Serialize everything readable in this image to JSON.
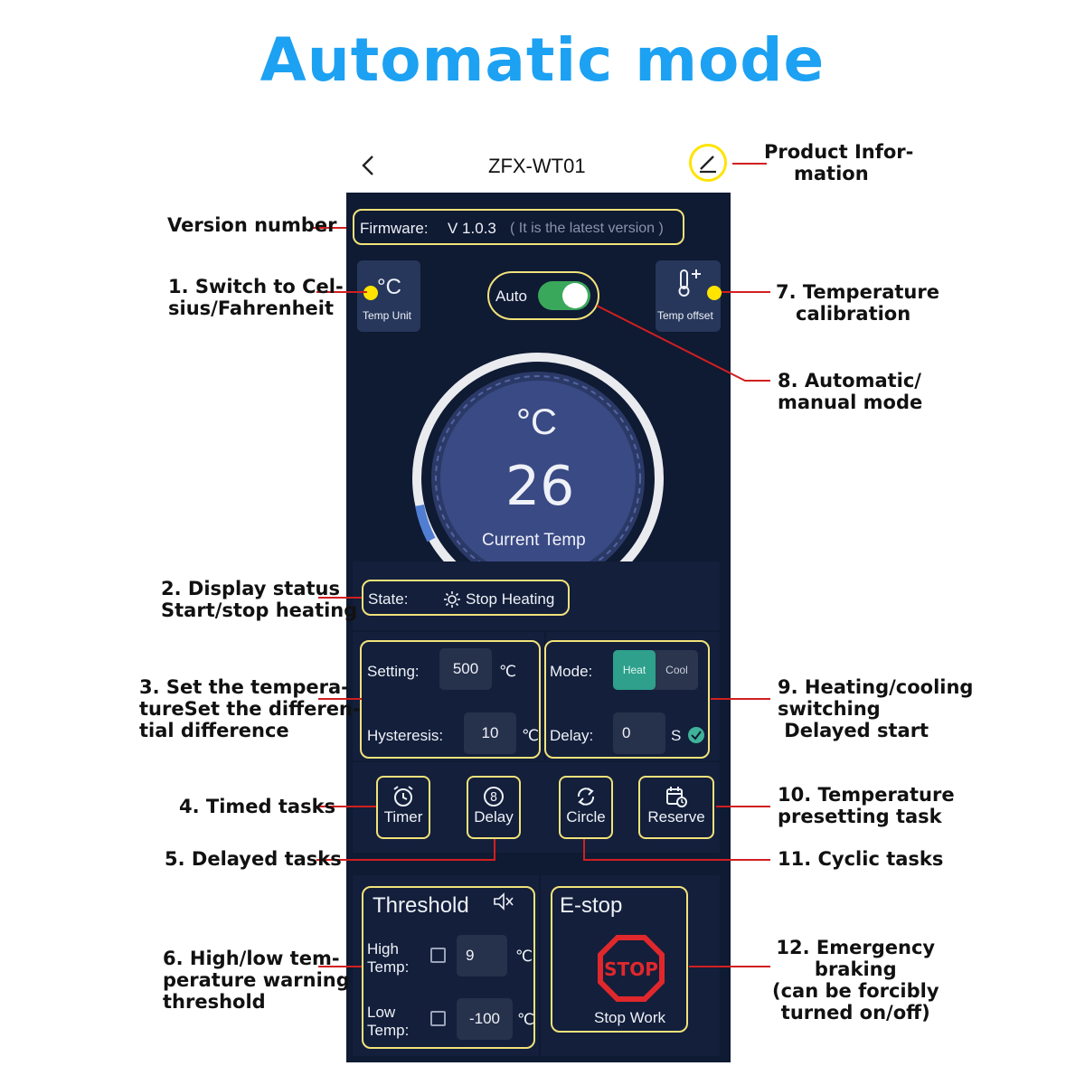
{
  "page_title": "Automatic mode",
  "header": {
    "back_icon": "chevron-left-icon",
    "device_name": "ZFX-WT01",
    "edit_icon": "pencil-icon"
  },
  "firmware": {
    "label": "Firmware:",
    "version": "V 1.0.3",
    "note": "( It is the latest version )"
  },
  "temp_unit": {
    "symbol": "°C",
    "label": "Temp Unit"
  },
  "auto": {
    "label": "Auto",
    "on": true
  },
  "temp_offset": {
    "label": "Temp offset"
  },
  "gauge": {
    "unit": "°C",
    "value": "26",
    "label": "Current Temp"
  },
  "state": {
    "label": "State:",
    "value": "Stop Heating"
  },
  "setting": {
    "label": "Setting:",
    "value": "500",
    "unit": "℃"
  },
  "hysteresis": {
    "label": "Hysteresis:",
    "value": "10",
    "unit": "℃"
  },
  "mode": {
    "label": "Mode:",
    "heat": "Heat",
    "cool": "Cool",
    "selected": "Heat"
  },
  "delay": {
    "label": "Delay:",
    "value": "0",
    "unit": "S"
  },
  "tasks": {
    "timer": "Timer",
    "delay": "Delay",
    "circle": "Circle",
    "reserve": "Reserve"
  },
  "threshold": {
    "title": "Threshold",
    "high_label_1": "High",
    "high_label_2": "Temp:",
    "high_value": "9",
    "high_unit": "℃",
    "low_label_1": "Low",
    "low_label_2": "Temp:",
    "low_value": "-100",
    "low_unit": "℃"
  },
  "estop": {
    "title": "E-stop",
    "sign": "STOP",
    "button": "Stop Work"
  },
  "annotations": {
    "product_info_1": "Product Infor-",
    "product_info_2": "mation",
    "version": "Version number",
    "switch_1": "1. Switch to Cel-",
    "switch_2": "sius/Fahrenheit",
    "calib_1": "7. Temperature",
    "calib_2": "calibration",
    "auto_1": "8. Automatic/",
    "auto_2": "manual mode",
    "display_1": "2. Display status",
    "display_2": "Start/stop heating",
    "set_1": "3. Set the tempera-",
    "set_2": "tureSet the differen-",
    "set_3": "tial difference",
    "heatcool_1": "9. Heating/cooling",
    "heatcool_2": "switching",
    "heatcool_3": " Delayed start",
    "timed": "4. Timed tasks",
    "preset_1": "10. Temperature",
    "preset_2": "presetting task",
    "delayed": "5. Delayed tasks",
    "cyclic": "11. Cyclic tasks",
    "warn_1": "6. High/low tem-",
    "warn_2": "perature warning",
    "warn_3": "threshold",
    "emerg_1": "12. Emergency",
    "emerg_2": "braking",
    "emerg_3": "(can be forcibly",
    "emerg_4": "turned on/off)"
  }
}
